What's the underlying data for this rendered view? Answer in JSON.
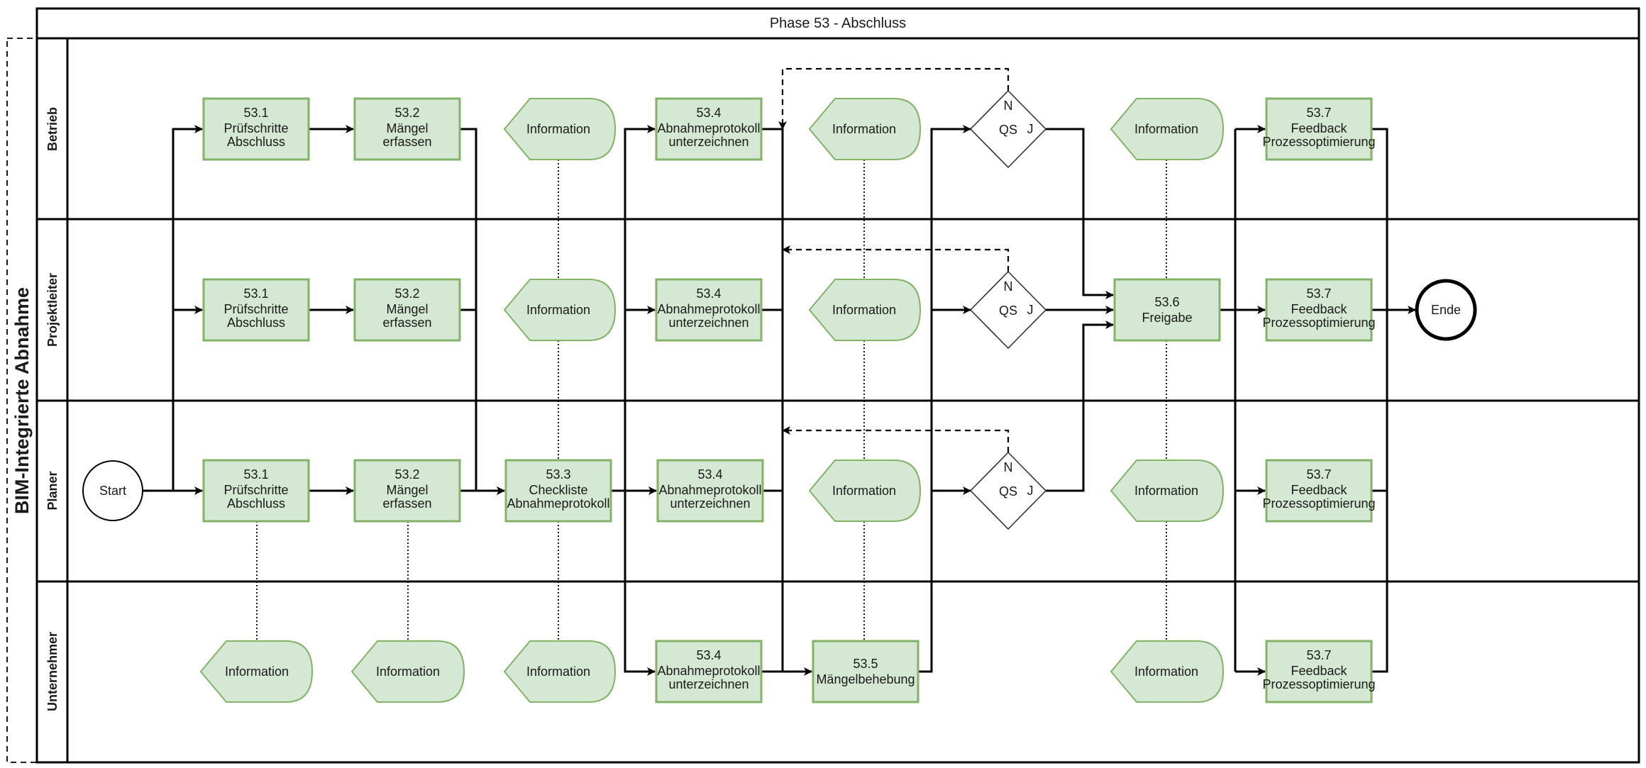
{
  "diagram": {
    "phase_title": "Phase 53 - Abschluss",
    "pool_label": "BIM-Integrierte Abnahme",
    "lanes": [
      "Betrieb",
      "Projektleiter",
      "Planer",
      "Unternehmer"
    ],
    "start_label": "Start",
    "end_label": "Ende",
    "info_label": "Information",
    "gateway": {
      "title": "QS",
      "no": "N",
      "yes": "J"
    },
    "tasks": {
      "t53_1": [
        "53.1",
        "Prüfschritte",
        "Abschluss"
      ],
      "t53_2": [
        "53.2",
        "Mängel",
        "erfassen"
      ],
      "t53_3": [
        "53.3",
        "Checkliste",
        "Abnahmeprotokoll"
      ],
      "t53_4": [
        "53.4",
        "Abnahmeprotokoll",
        "unterzeichnen"
      ],
      "t53_5": [
        "53.5",
        "Mängelbehebung"
      ],
      "t53_6": [
        "53.6",
        "Freigabe"
      ],
      "t53_7": [
        "53.7",
        "Feedback",
        "Prozessoptimierung"
      ]
    }
  }
}
